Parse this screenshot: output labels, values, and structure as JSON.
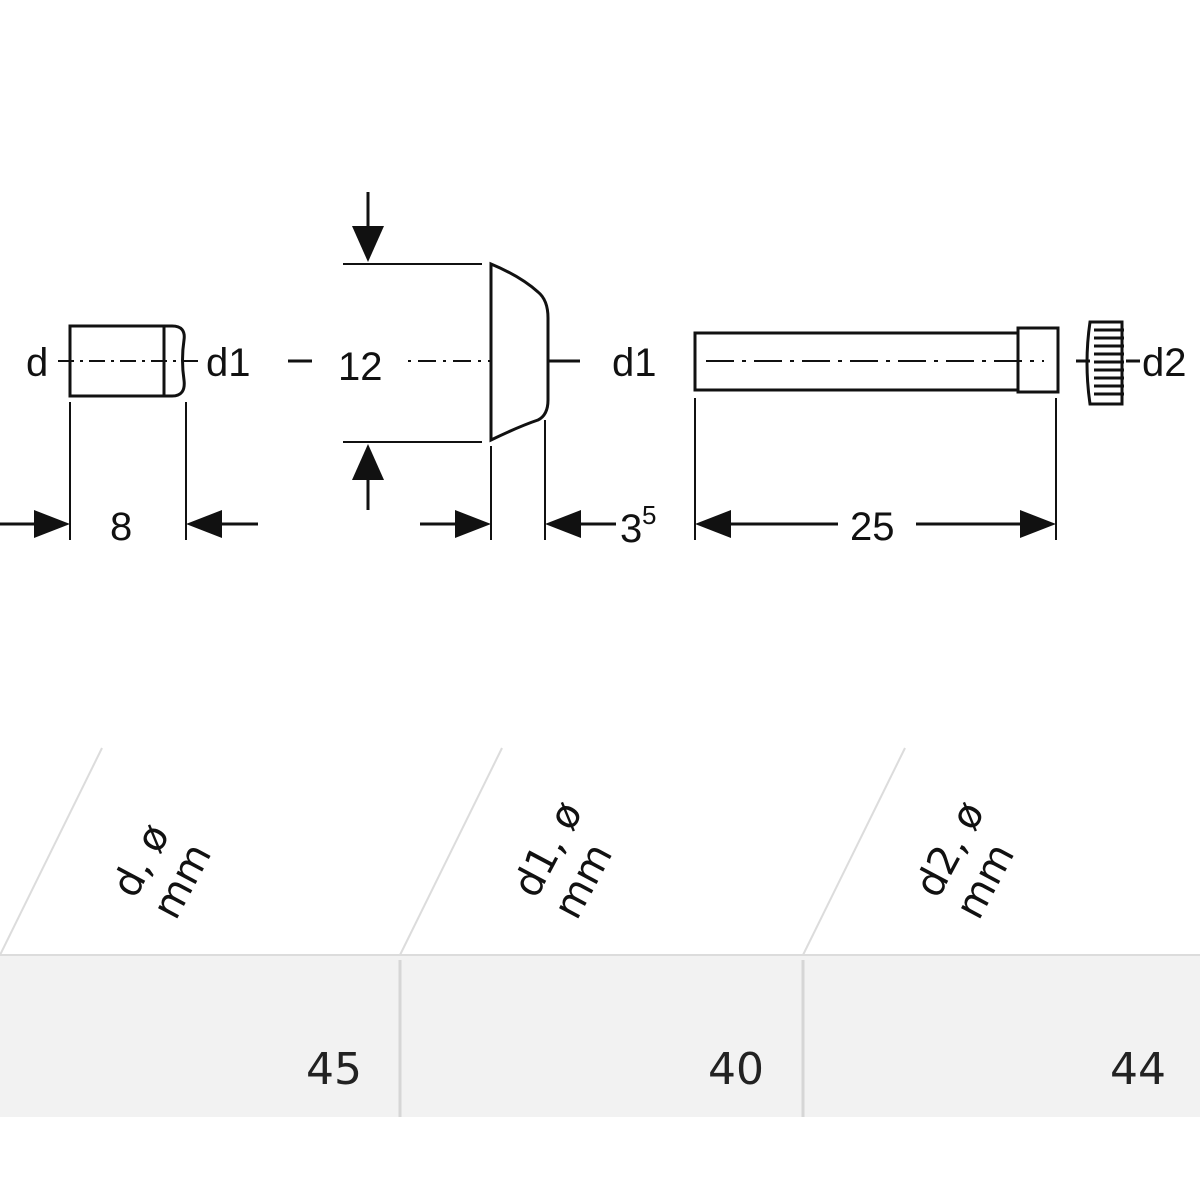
{
  "drawing": {
    "part1": {
      "left_label": "d",
      "right_label": "d1",
      "length": "8"
    },
    "part2": {
      "height": "12",
      "depth_base": "3",
      "depth_sup": "5",
      "label": "d1"
    },
    "part3": {
      "length": "25",
      "label": "d2"
    }
  },
  "table": {
    "headers": [
      {
        "line1": "d, ø",
        "line2": "mm"
      },
      {
        "line1": "d1, ø",
        "line2": "mm"
      },
      {
        "line1": "d2, ø",
        "line2": "mm"
      }
    ],
    "values": [
      "45",
      "40",
      "44"
    ]
  },
  "colors": {
    "ink": "#111111",
    "table_bg": "#f2f2f2",
    "divider": "#dcdcdc"
  }
}
